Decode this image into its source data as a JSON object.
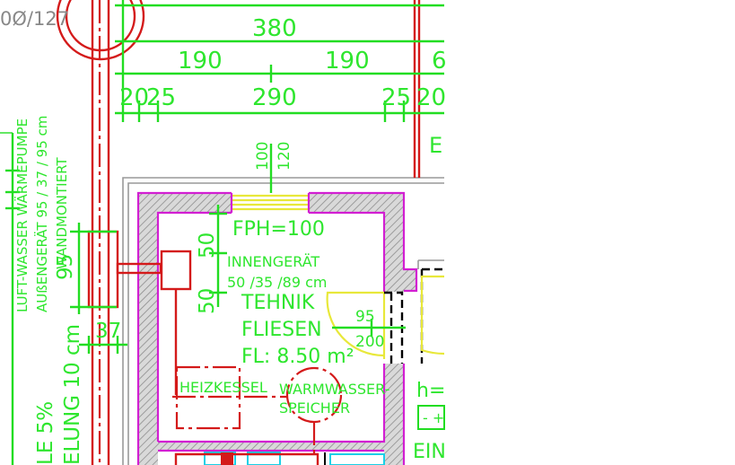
{
  "dimensions": {
    "cut_label": "0Ø/127",
    "top_total": "380",
    "split_left": "190",
    "split_right": "190",
    "split_edge": "6",
    "row3_a": "20",
    "row3_b": "25",
    "row3_c": "290",
    "row3_d": "25",
    "row3_e": "20",
    "window_a": "100",
    "window_b": "120",
    "unit_height": "95",
    "unit_depth": "37",
    "fph_a": "50",
    "fph_b": "50",
    "door_width": "95",
    "door_height": "200"
  },
  "labels": {
    "heatpump_line1": "LUFT-WASSER WÄRMEPUMPE",
    "heatpump_line2": "AUßENGERÄT 95 / 37 / 95 cm",
    "heatpump_line3": "WANDMONTIERT",
    "slope_line1": "LE 5%",
    "slope_line2": "ELUNG 10 cm",
    "fph": "FPH=100",
    "indoor_unit_line1": "INNENGERÄT",
    "indoor_unit_line2": "50 /35 /89 cm",
    "room_name_line1": "TEHNIK",
    "room_name_line2": "FLIESEN",
    "room_area": "FL: 8.50 m²",
    "boiler": "HEIZKESSEL",
    "hot_water_line1": "WARMWASSER-",
    "hot_water_line2": "SPEICHER",
    "edge_h": "h=",
    "edge_e": "E",
    "edge_ein": "EIN",
    "edge_box": "- +"
  },
  "colors": {
    "dimension_green": "#2ee62e",
    "pipe_red": "#d41a1a",
    "wall_magenta": "#d21fd2",
    "window_yellow": "#e8e83a",
    "outline_grey": "#999999"
  }
}
